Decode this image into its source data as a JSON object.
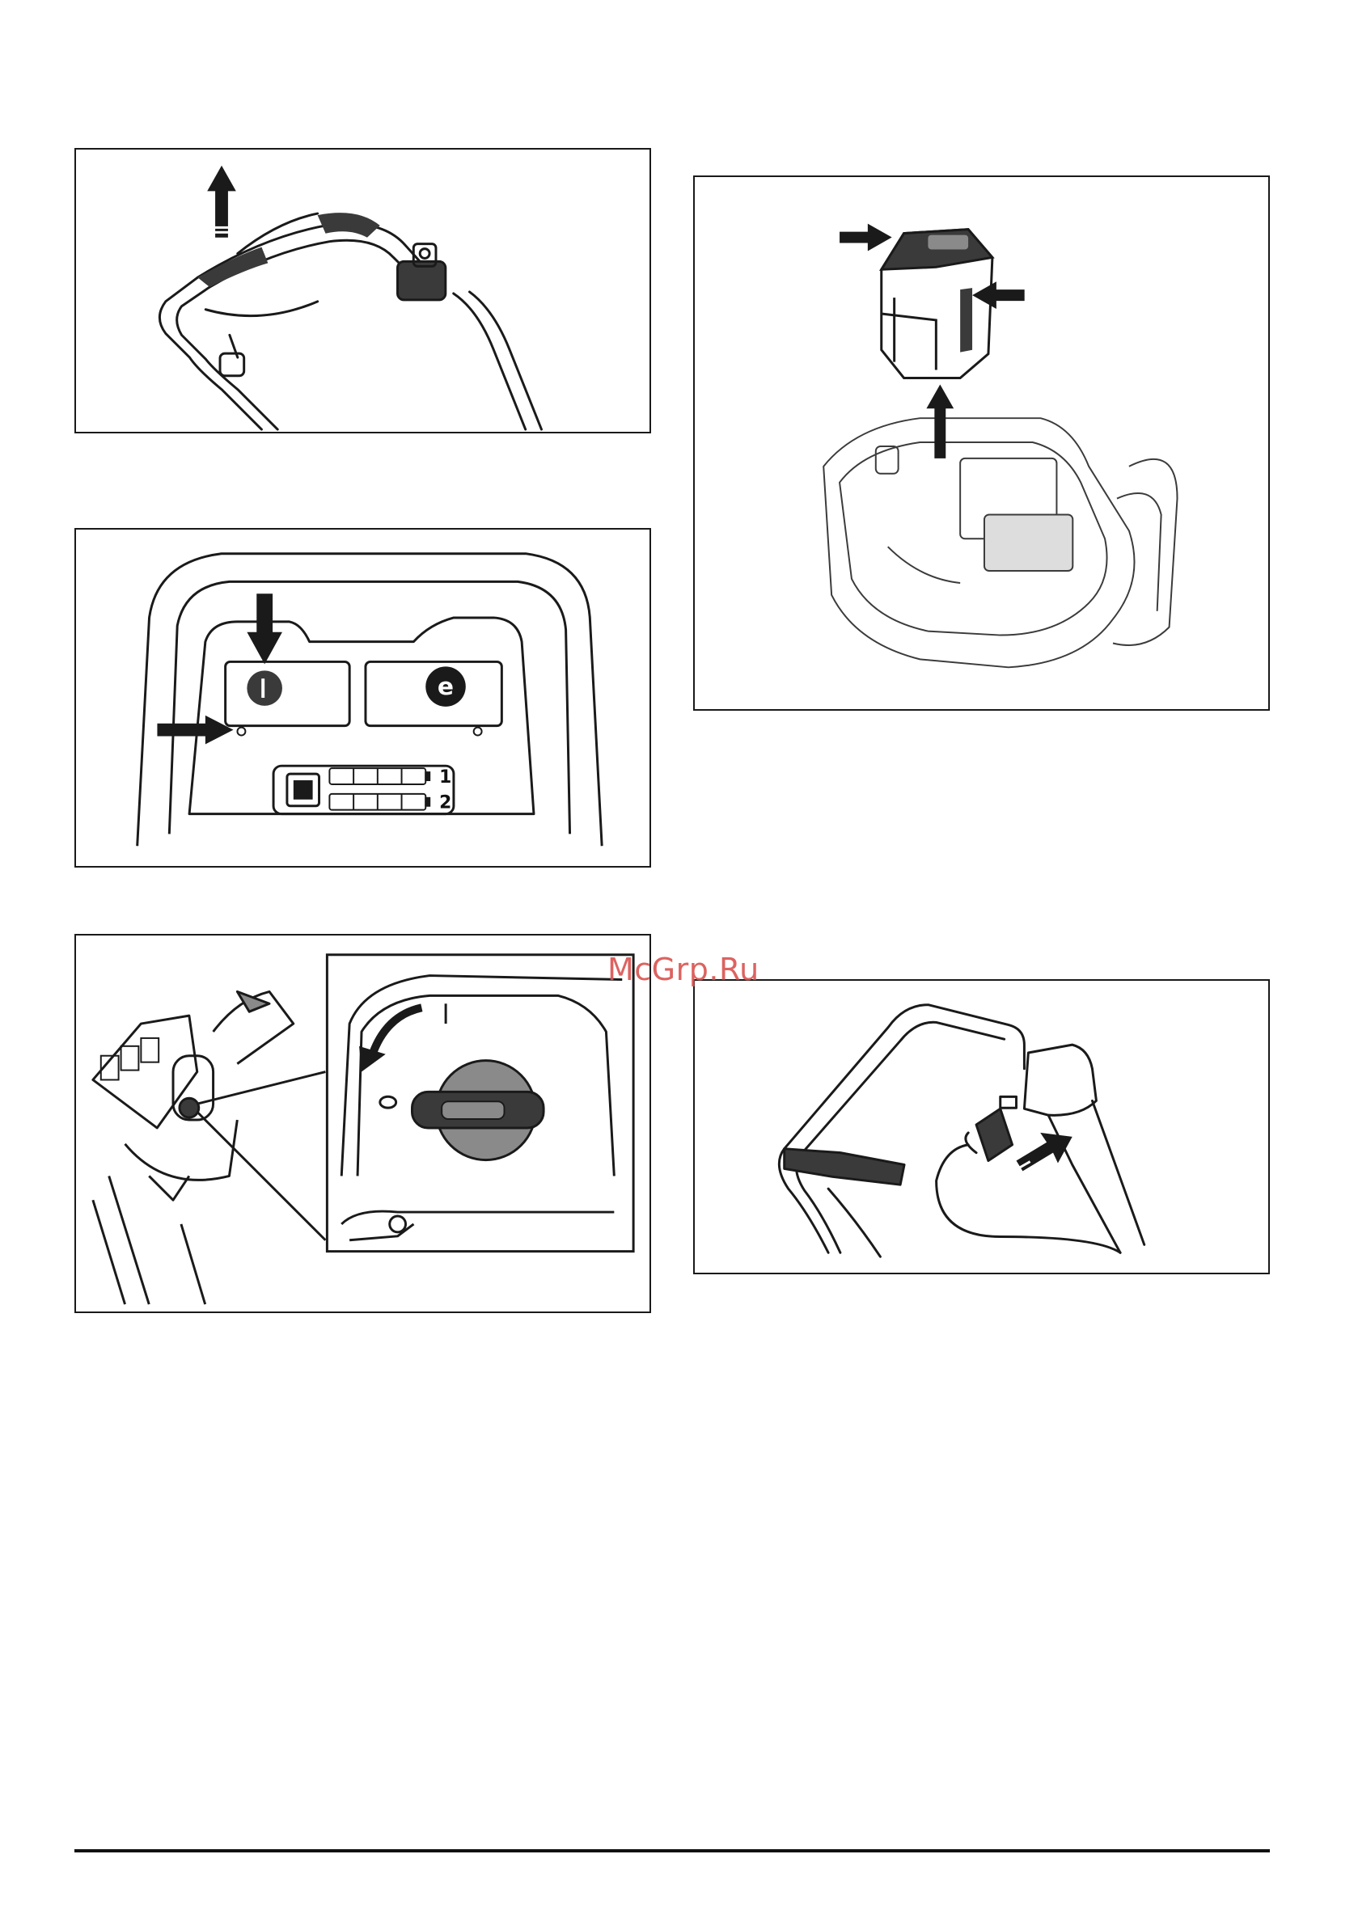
{
  "watermark": {
    "text": "McGrp.Ru",
    "color": "#d9534f"
  },
  "figures": [
    {
      "id": "handle-fold",
      "icon": "arrow-up-icon"
    },
    {
      "id": "control-panel",
      "icons": [
        "arrow-down-icon",
        "arrow-right-icon",
        "power-button-icon",
        "eco-mode-icon",
        "battery-indicator-icon"
      ],
      "indicator_labels": {
        "row1": "1",
        "row2": "2"
      }
    },
    {
      "id": "safety-key-knob",
      "icons": [
        "rotate-arrow-icon",
        "knob-icon"
      ]
    },
    {
      "id": "battery-removal",
      "icons": [
        "arrow-right-icon",
        "arrow-left-icon",
        "arrow-up-icon",
        "battery-icon"
      ]
    },
    {
      "id": "charger-connection",
      "icons": [
        "plug-icon",
        "arrow-icon"
      ]
    }
  ],
  "colors": {
    "line": "#1a1a1a",
    "fill_dark": "#3a3a3a",
    "fill_mid": "#8a8a8a",
    "fill_light": "#d8d8d8"
  }
}
